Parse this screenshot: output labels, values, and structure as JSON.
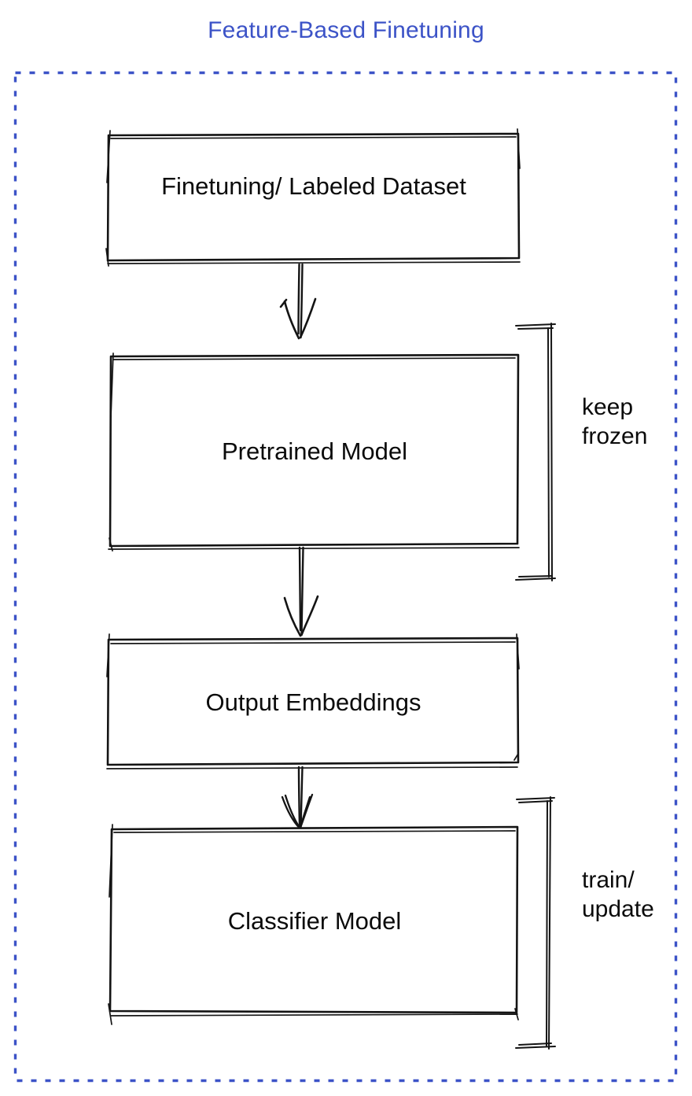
{
  "title": "Feature-Based Finetuning",
  "colors": {
    "accent": "#3c53c7",
    "ink": "#141414",
    "gray_box": "#868e99",
    "blue_box": "#4a6cf1",
    "green_box": "#3fc05b"
  },
  "nodes": [
    {
      "id": "finetuning-dataset",
      "label": "Finetuning/ Labeled Dataset",
      "color": "#868e99"
    },
    {
      "id": "pretrained-model",
      "label": "Pretrained Model",
      "color": "#4a6cf1"
    },
    {
      "id": "output-embeddings",
      "label": "Output Embeddings",
      "color": "#868e99"
    },
    {
      "id": "classifier-model",
      "label": "Classifier Model",
      "color": "#3fc05b"
    }
  ],
  "edges": [
    {
      "from": "finetuning-dataset",
      "to": "pretrained-model"
    },
    {
      "from": "pretrained-model",
      "to": "output-embeddings"
    },
    {
      "from": "output-embeddings",
      "to": "classifier-model"
    }
  ],
  "annotations": [
    {
      "target": "pretrained-model",
      "lines": [
        "keep",
        "frozen"
      ]
    },
    {
      "target": "classifier-model",
      "lines": [
        "train/",
        "update"
      ]
    }
  ]
}
